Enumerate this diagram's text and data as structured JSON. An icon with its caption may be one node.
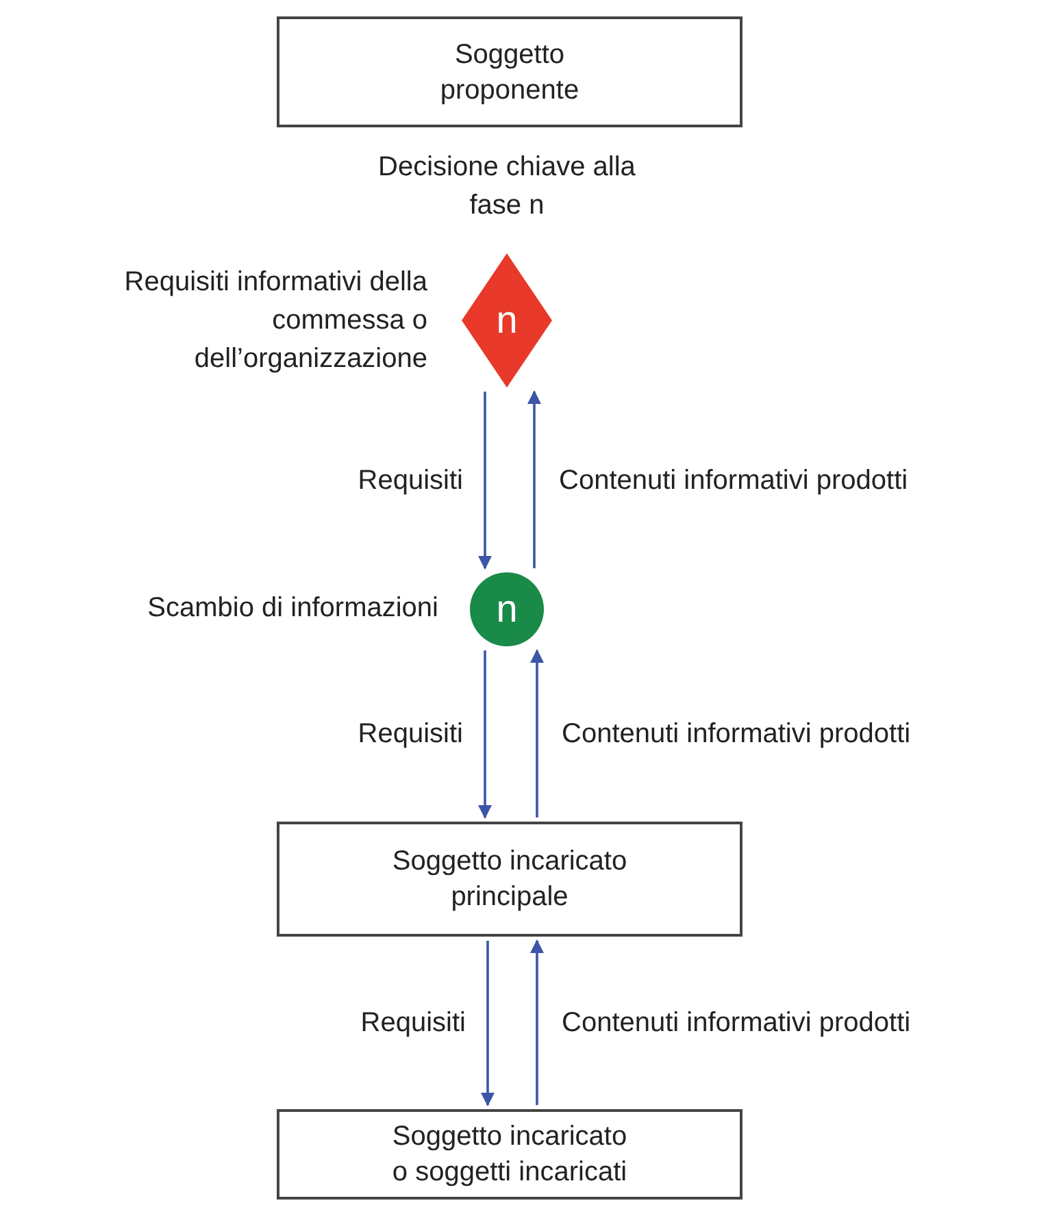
{
  "diagram": {
    "nodes": [
      {
        "text": [
          "Soggetto proponente"
        ]
      },
      {
        "text": [
          "n"
        ],
        "beside": [
          "Requisiti informativi della commessa o dell’organizzazione"
        ]
      },
      {
        "text": [
          "n"
        ],
        "beside": [
          "Scambio di informazioni"
        ]
      },
      {
        "text": [
          "Soggetto incaricato principale"
        ]
      },
      {
        "text": [
          "Soggetto incaricato o soggetti incaricati"
        ]
      }
    ],
    "edges": [
      {
        "from": 1,
        "to": 2,
        "arrow": "to",
        "label": "Requisiti"
      },
      {
        "from": 2,
        "to": 1,
        "arrow": "to",
        "label": "Contenuti informativi prodotti"
      },
      {
        "from": 2,
        "to": 3,
        "arrow": "to",
        "label": "Requisiti"
      },
      {
        "from": 3,
        "to": 2,
        "arrow": "to",
        "label": "Contenuti informativi prodotti"
      },
      {
        "from": 3,
        "to": 4,
        "arrow": "to",
        "label": "Requisiti"
      },
      {
        "from": 4,
        "to": 3,
        "arrow": "to",
        "label": "Contenuti informativi prodotti"
      }
    ],
    "labels": [
      "Decisione chiave alla fase n"
    ]
  }
}
